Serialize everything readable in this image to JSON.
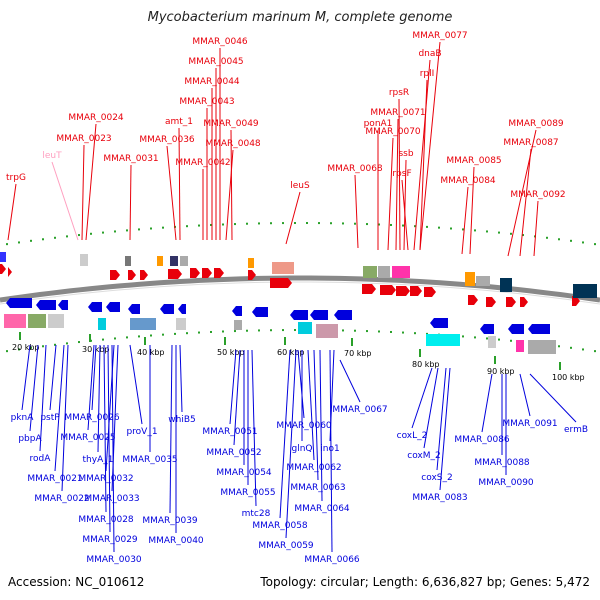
{
  "title": "Mycobacterium marinum M, complete genome",
  "footer": {
    "accession": "Accession: NC_010612",
    "summary": "Topology: circular; Length: 6,636,827 bp; Genes: 5,472"
  },
  "colors": {
    "forward": "#e8000b",
    "reverse": "#0000dd",
    "rna": "#ff9fc0",
    "backbone": "#888888",
    "tick": "#2aa02a"
  },
  "kbp_labels": [
    "20 kbp",
    "30 kbp",
    "40 kbp",
    "50 kbp",
    "60 kbp",
    "70 kbp",
    "80 kbp",
    "90 kbp",
    "100 kbp"
  ],
  "top_labels": [
    "trpG",
    "leuT",
    "MMAR_0024",
    "MMAR_0023",
    "MMAR_0031",
    "MMAR_0036",
    "amt_1",
    "MMAR_0042",
    "MMAR_0043",
    "MMAR_0044",
    "MMAR_0045",
    "MMAR_0046",
    "MMAR_0049",
    "MMAR_0048",
    "leuS",
    "MMAR_0068",
    "ponA1",
    "MMAR_0070",
    "MMAR_0071",
    "rpsR",
    "rplI",
    "dnaB",
    "MMAR_0077",
    "ssb",
    "rpsF",
    "MMAR_0084",
    "MMAR_0085",
    "MMAR_0087",
    "MMAR_0089",
    "MMAR_0092"
  ],
  "bottom_labels": [
    "pknA",
    "pbpA",
    "rodA",
    "pstP",
    "MMAR_0021",
    "MMAR_0022",
    "MMAR_0026",
    "MMAR_0025",
    "thyA_1",
    "MMAR_0028",
    "MMAR_0029",
    "MMAR_0030",
    "MMAR_0032",
    "MMAR_0033",
    "proV_1",
    "MMAR_0035",
    "MMAR_0039",
    "MMAR_0040",
    "whiB5",
    "MMAR_0051",
    "MMAR_0052",
    "MMAR_0054",
    "MMAR_0055",
    "mtc28",
    "MMAR_0058",
    "MMAR_0059",
    "MMAR_0060",
    "glnQ",
    "MMAR_0062",
    "MMAR_0063",
    "MMAR_0064",
    "MMAR_0066",
    "ino1",
    "MMAR_0067",
    "coxL_2",
    "coxM_2",
    "coxS_2",
    "MMAR_0083",
    "MMAR_0086",
    "MMAR_0088",
    "MMAR_0090",
    "MMAR_0091",
    "ermB"
  ]
}
